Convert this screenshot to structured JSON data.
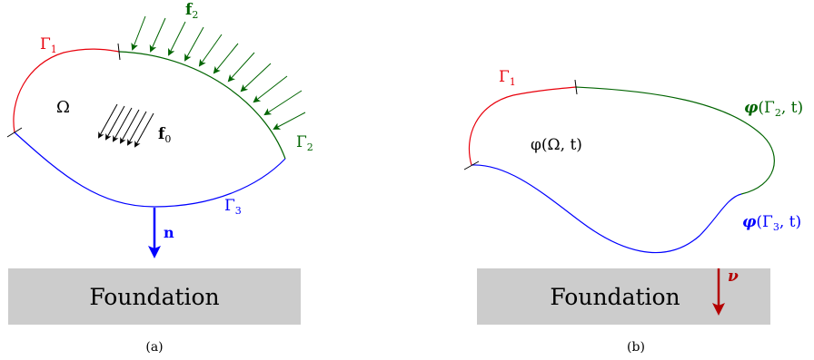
{
  "colors": {
    "gamma1": "#e8000b",
    "gamma2": "#006400",
    "gamma3": "#0000ff",
    "normal": "#0000ff",
    "nu": "#b40000",
    "foundation": "#cccccc",
    "text": "#000000"
  },
  "panel_a": {
    "caption": "(a)",
    "omega": "Ω",
    "gamma1": "Γ",
    "gamma1_sub": "1",
    "gamma2": "Γ",
    "gamma2_sub": "2",
    "gamma3": "Γ",
    "gamma3_sub": "3",
    "f2": "f",
    "f2_sub": "2",
    "f0": "f",
    "f0_sub": "0",
    "normal": "n",
    "foundation": "Foundation"
  },
  "panel_b": {
    "caption": "(b)",
    "gamma1": "Γ",
    "gamma1_sub": "1",
    "phi_omega": "φ(Ω, t)",
    "phi_gamma2_phi": "φ",
    "phi_gamma2_rest": "(Γ",
    "phi_gamma2_sub": "2",
    "phi_gamma2_end": ", t)",
    "phi_gamma3_phi": "φ",
    "phi_gamma3_rest": "(Γ",
    "phi_gamma3_sub": "3",
    "phi_gamma3_end": ", t)",
    "nu": "ν",
    "foundation": "Foundation"
  }
}
